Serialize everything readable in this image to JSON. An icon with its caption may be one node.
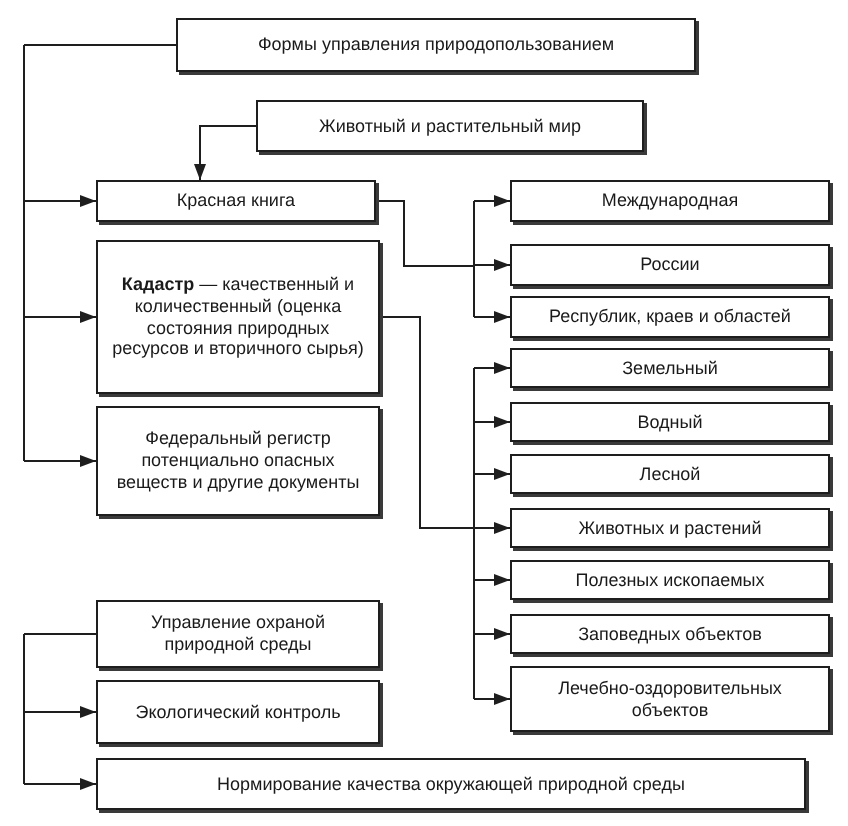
{
  "diagram": {
    "nodes": [
      {
        "text": [
          "Формы управления природопользованием"
        ]
      },
      {
        "text": [
          "Животный и растительный мир"
        ]
      },
      {
        "text": [
          "Красная книга"
        ]
      },
      {
        "text": [
          "**Кадастр** — качественный и количественный (оценка состояния природных ресурсов и вторичного сырья)"
        ]
      },
      {
        "text": [
          "Федеральный регистр потенциально опасных веществ и другие документы"
        ]
      },
      {
        "text": [
          "Международная"
        ]
      },
      {
        "text": [
          "России"
        ]
      },
      {
        "text": [
          "Республик, краев и областей"
        ]
      },
      {
        "text": [
          "Земельный"
        ]
      },
      {
        "text": [
          "Водный"
        ]
      },
      {
        "text": [
          "Лесной"
        ]
      },
      {
        "text": [
          "Животных и растений"
        ]
      },
      {
        "text": [
          "Полезных ископаемых"
        ]
      },
      {
        "text": [
          "Заповедных объектов"
        ]
      },
      {
        "text": [
          "Лечебно-оздоровительных объектов"
        ]
      },
      {
        "text": [
          "Управление охраной природной среды"
        ]
      },
      {
        "text": [
          "Экологический контроль"
        ]
      },
      {
        "text": [
          "Нормирование качества окружающей природной среды"
        ]
      }
    ],
    "edges": [
      {
        "from": 0,
        "to": 2,
        "arrow": "to"
      },
      {
        "from": 0,
        "to": 3,
        "arrow": "to"
      },
      {
        "from": 0,
        "to": 4,
        "arrow": "to"
      },
      {
        "from": 1,
        "to": 2,
        "arrow": "to"
      },
      {
        "from": 2,
        "to": 5,
        "arrow": "to"
      },
      {
        "from": 2,
        "to": 6,
        "arrow": "to"
      },
      {
        "from": 2,
        "to": 7,
        "arrow": "to"
      },
      {
        "from": 3,
        "to": 8,
        "arrow": "to"
      },
      {
        "from": 3,
        "to": 9,
        "arrow": "to"
      },
      {
        "from": 3,
        "to": 10,
        "arrow": "to"
      },
      {
        "from": 3,
        "to": 11,
        "arrow": "to"
      },
      {
        "from": 3,
        "to": 12,
        "arrow": "to"
      },
      {
        "from": 3,
        "to": 13,
        "arrow": "to"
      },
      {
        "from": 3,
        "to": 14,
        "arrow": "to"
      },
      {
        "from": 15,
        "to": 16,
        "arrow": "to"
      },
      {
        "from": 15,
        "to": 17,
        "arrow": "to"
      }
    ]
  }
}
